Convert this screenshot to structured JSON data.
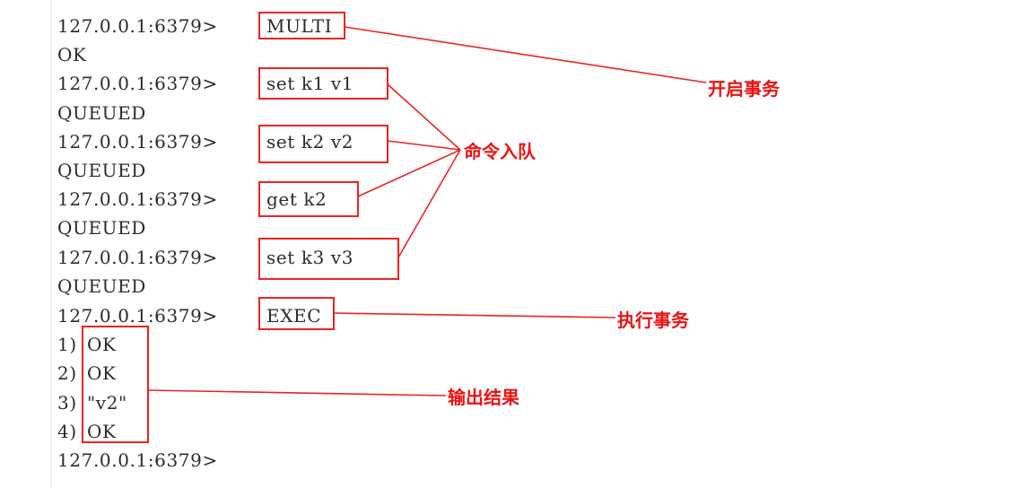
{
  "terminal": {
    "lines": [
      {
        "prompt": "127.0.0.1:6379>",
        "command": "MULTI"
      },
      {
        "output": "OK"
      },
      {
        "prompt": "127.0.0.1:6379>",
        "command": "set k1 v1"
      },
      {
        "output": "QUEUED"
      },
      {
        "prompt": "127.0.0.1:6379>",
        "command": "set k2 v2"
      },
      {
        "output": "QUEUED"
      },
      {
        "prompt": "127.0.0.1:6379>",
        "command": "get k2"
      },
      {
        "output": "QUEUED"
      },
      {
        "prompt": "127.0.0.1:6379>",
        "command": "set k3 v3"
      },
      {
        "output": "QUEUED"
      },
      {
        "prompt": "127.0.0.1:6379>",
        "command": "EXEC"
      },
      {
        "index": "1)",
        "output": "OK"
      },
      {
        "index": "2)",
        "output": "OK"
      },
      {
        "index": "3)",
        "output": "\"v2\""
      },
      {
        "index": "4)",
        "output": "OK"
      },
      {
        "prompt": "127.0.0.1:6379>"
      }
    ]
  },
  "annotations": {
    "start_transaction": "开启事务",
    "commands_queued": "命令入队",
    "execute_transaction": "执行事务",
    "output_result": "输出结果"
  },
  "colors": {
    "annotation": "#ee1111",
    "terminal_text": "#2b2b2b",
    "background": "#ffffff"
  }
}
